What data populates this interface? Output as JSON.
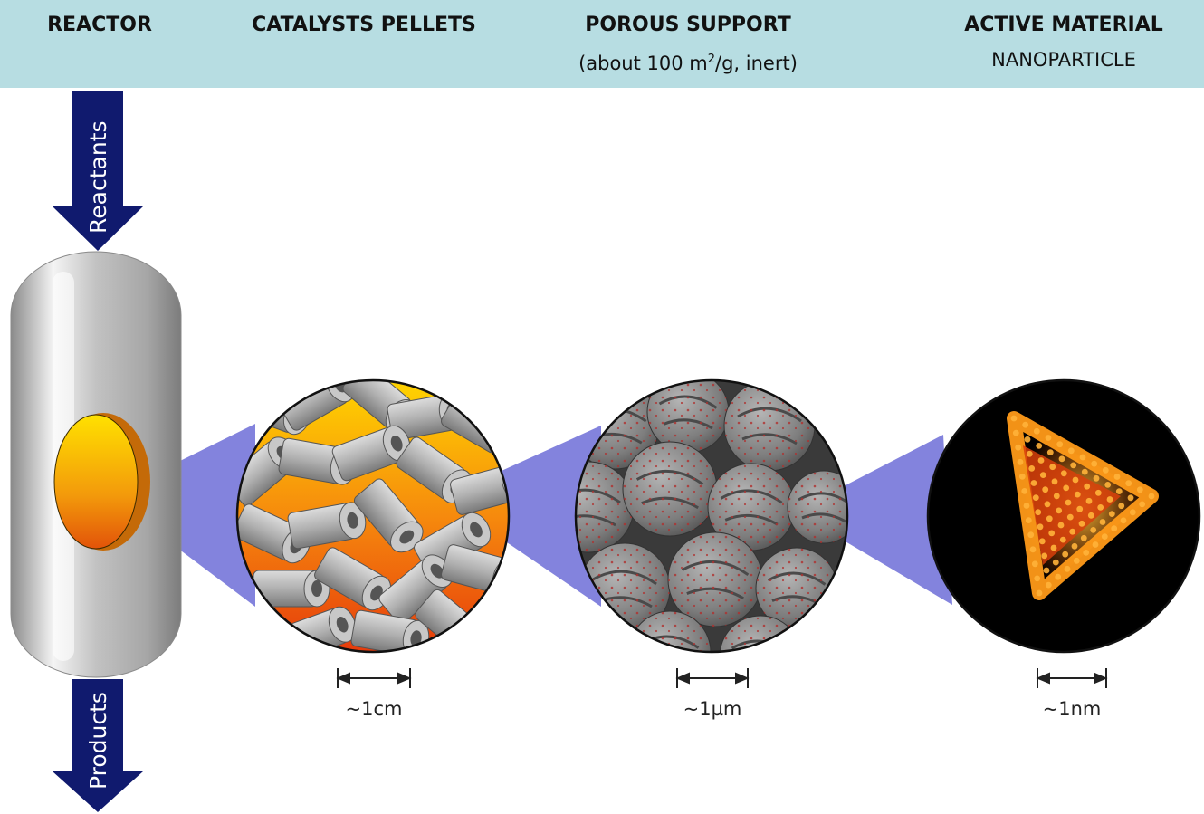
{
  "header": {
    "reactor": {
      "title": "REACTOR"
    },
    "pellets": {
      "title": "CATALYSTS PELLETS"
    },
    "support": {
      "title": "POROUS SUPPORT",
      "subtitle_pre": "(about 100 m",
      "subtitle_sup": "2",
      "subtitle_post": "/g, inert)"
    },
    "active": {
      "title": "ACTIVE MATERIAL",
      "subtitle": "NANOPARTICLE"
    }
  },
  "reactor": {
    "inlet_label": "Reactants",
    "outlet_label": "Products"
  },
  "scales": {
    "pellets": "~1cm",
    "support": "~1µm",
    "nanoparticle": "~1nm"
  },
  "colors": {
    "header_bg": "#b7dde2",
    "arrow": "#101a6e",
    "zoom_cone": "#5a5ad2",
    "reactor_body": "#b8b8b8",
    "hot_core": "#f5a10a"
  }
}
